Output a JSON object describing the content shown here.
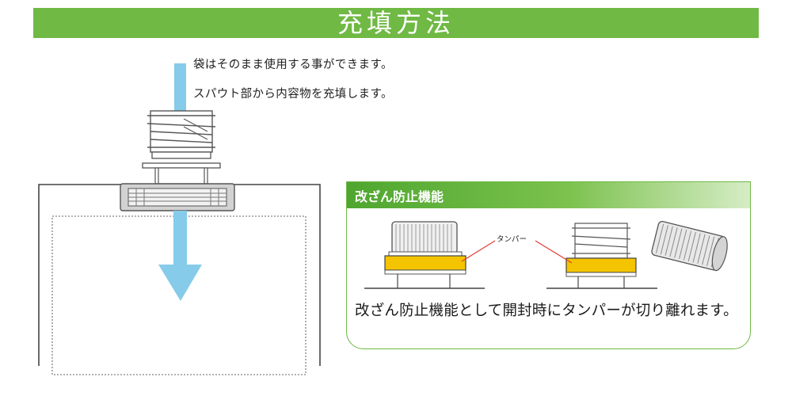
{
  "title": "充填方法",
  "captions": {
    "line1": "袋はそのまま使用する事ができます。",
    "line2": "スパウト部から内容物を充填します。"
  },
  "panel": {
    "heading": "改ざん防止機能",
    "tamper_label": "タンパー",
    "description": "改ざん防止機能として開封時にタンパーが切り離れます。"
  },
  "colors": {
    "title_green": "#6fb944",
    "arrow_blue": "#86cbe9",
    "tamper_yellow": "#f5c400",
    "callout_red": "#e53935"
  }
}
